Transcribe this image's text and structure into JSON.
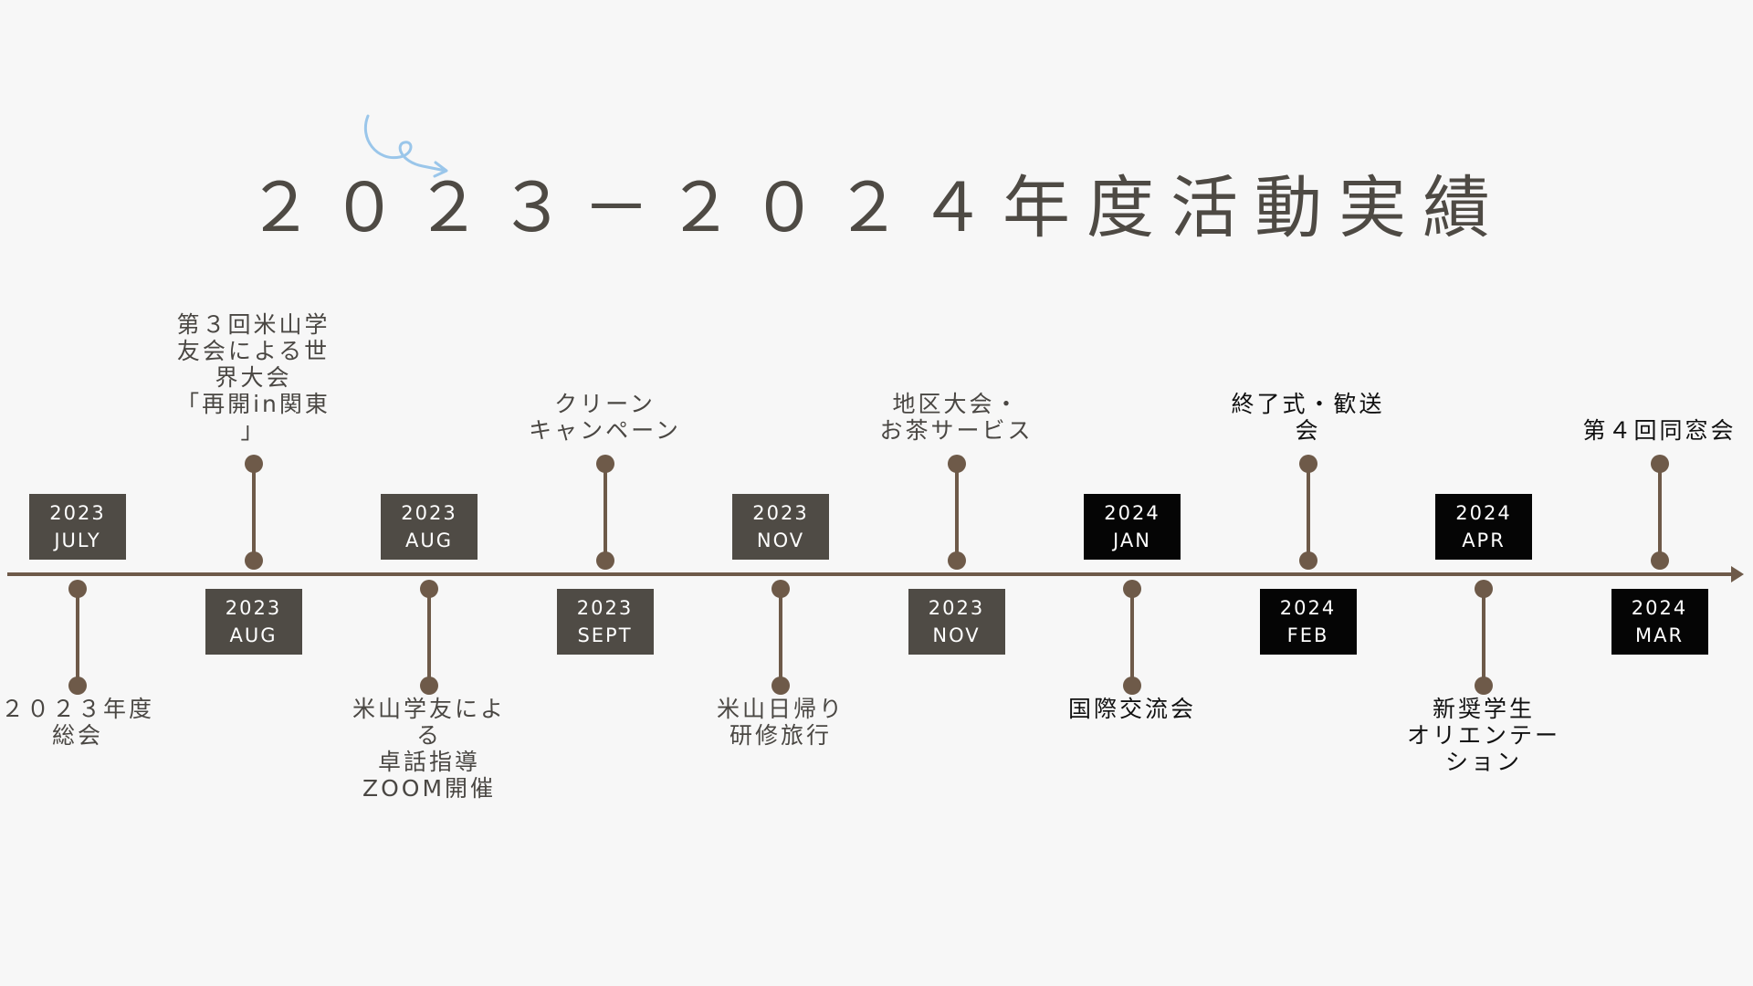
{
  "title": "２０２３－２０２４年度活動実績",
  "events": [
    {
      "year": "2023",
      "month": "JULY",
      "label": "２０２３年度\n総会",
      "position": "below",
      "box": "gray"
    },
    {
      "year": "2023",
      "month": "AUG",
      "label": "第３回米山学\n友会による世\n界大会\n「再開in関東\n」",
      "position": "above",
      "box": "gray"
    },
    {
      "year": "2023",
      "month": "AUG",
      "label": "米山学友によ\nる\n卓話指導\nZOOM開催",
      "position": "below",
      "box": "gray"
    },
    {
      "year": "2023",
      "month": "SEPT",
      "label": "クリーン\nキャンペーン",
      "position": "above",
      "box": "gray"
    },
    {
      "year": "2023",
      "month": "NOV",
      "label": "米山日帰り\n研修旅行",
      "position": "below",
      "box": "gray"
    },
    {
      "year": "2023",
      "month": "NOV",
      "label": "地区大会・\nお茶サービス",
      "position": "above",
      "box": "gray"
    },
    {
      "year": "2024",
      "month": "JAN",
      "label": "国際交流会",
      "position": "below",
      "box": "black"
    },
    {
      "year": "2024",
      "month": "FEB",
      "label": "終了式・歓送\n会",
      "position": "above",
      "box": "black"
    },
    {
      "year": "2024",
      "month": "APR",
      "label": "新奨学生\nオリエンテー\nション",
      "position": "below",
      "box": "black"
    },
    {
      "year": "2024",
      "month": "MAR",
      "label": "第４回同窓会",
      "position": "above",
      "box": "black"
    }
  ]
}
